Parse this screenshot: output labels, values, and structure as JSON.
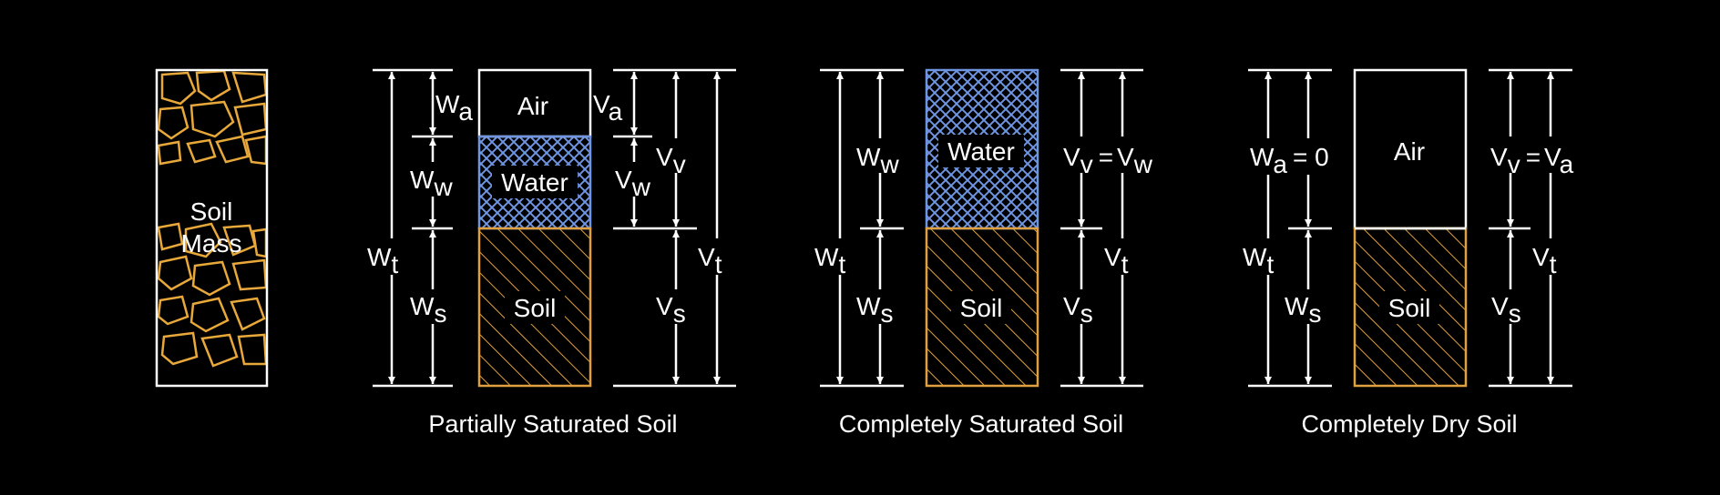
{
  "colors": {
    "background": "#000000",
    "line": "#ffffff",
    "soil": "#e0a040",
    "water": "#6f94e0",
    "stone": "#e8a83a"
  },
  "soil_mass": {
    "line1": "Soil",
    "line2": "Mass"
  },
  "phase_labels": {
    "air": "Air",
    "water": "Water",
    "soil": "Soil"
  },
  "symbols": {
    "W": "W",
    "V": "V",
    "sub_a": "a",
    "sub_w": "w",
    "sub_s": "s",
    "sub_t": "t",
    "sub_v": "v",
    "equals": "=",
    "equals_zero": "= 0"
  },
  "captions": {
    "partial": "Partially Saturated Soil",
    "saturated": "Completely Saturated Soil",
    "dry": "Completely Dry Soil"
  }
}
